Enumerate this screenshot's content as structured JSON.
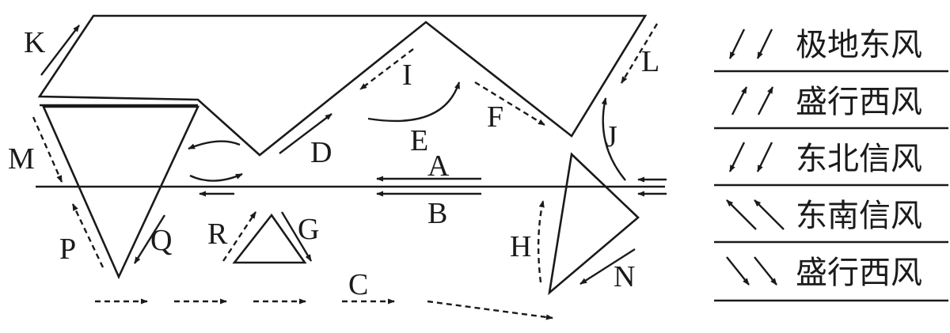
{
  "labels": {
    "K": "K",
    "L": "L",
    "I": "I",
    "F": "F",
    "E": "E",
    "D": "D",
    "J": "J",
    "M": "M",
    "A": "A",
    "B": "B",
    "P": "P",
    "Q": "Q",
    "R": "R",
    "G": "G",
    "H": "H",
    "N": "N",
    "C": "C"
  },
  "legend": [
    {
      "text": "极地东风",
      "arrow": "down-left",
      "style": "solid"
    },
    {
      "text": "盛行西风",
      "arrow": "up-right",
      "style": "solid"
    },
    {
      "text": "东北信风",
      "arrow": "down-left",
      "style": "solid"
    },
    {
      "text": "东南信风",
      "arrow": "up-left",
      "style": "solid"
    },
    {
      "text": "盛行西风",
      "arrow": "down-right",
      "style": "solid"
    }
  ],
  "colors": {
    "ink": "#1a1a1a",
    "background": "#ffffff"
  }
}
